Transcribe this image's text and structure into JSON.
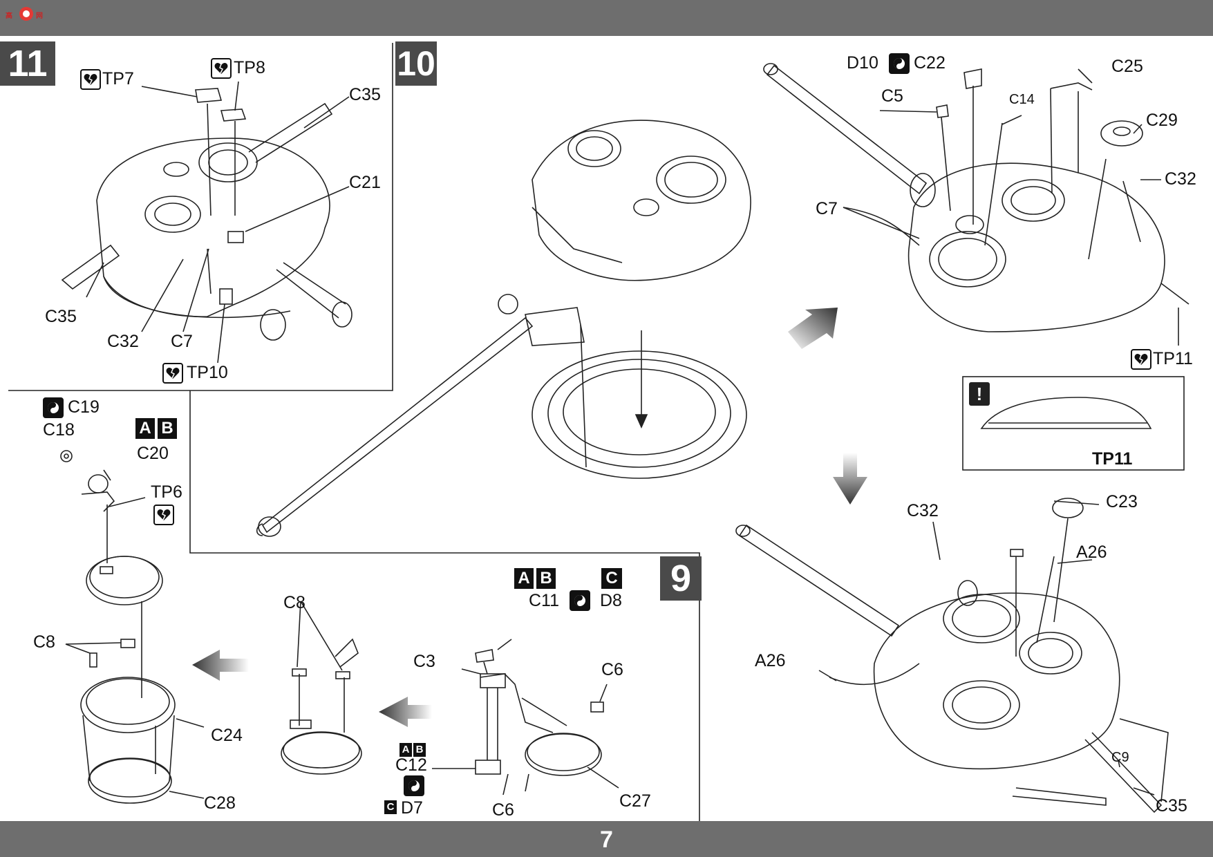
{
  "page": {
    "number": "7"
  },
  "logo": {
    "text": "高达网"
  },
  "steps": {
    "step9": "9",
    "step10": "10",
    "step11": "11"
  },
  "version_tags": {
    "ab": [
      "A",
      "B"
    ],
    "c": "C"
  },
  "caution": {
    "symbol": "!",
    "label": "TP11"
  },
  "labels": {
    "tp7": "TP7",
    "tp8": "TP8",
    "c35_top": "C35",
    "c21": "C21",
    "c35_left": "C35",
    "c32_s11": "C32",
    "c7_s11": "C7",
    "tp10": "TP10",
    "d10": "D10",
    "c22": "C22",
    "c25": "C25",
    "c5": "C5",
    "c14": "C14",
    "c29": "C29",
    "c32_right": "C32",
    "c7_right": "C7",
    "tp11": "TP11",
    "c19": "C19",
    "c18": "C18",
    "c20": "C20",
    "tp6": "TP6",
    "c8_left": "C8",
    "c24": "C24",
    "c28": "C28",
    "c8_mid": "C8",
    "c11": "C11",
    "d8": "D8",
    "c3": "C3",
    "c6_top": "C6",
    "c12": "C12",
    "d7": "D7",
    "c6_bottom": "C6",
    "c27": "C27",
    "c32_bottom": "C32",
    "c23": "C23",
    "a26_right": "A26",
    "a26_left": "A26",
    "c9": "C9",
    "c35_bottom": "C35"
  },
  "icons": {
    "part_attach": "heart-icon",
    "part_pair": "yin-yang-icon",
    "arrows": "gradient-arrow-icon"
  }
}
